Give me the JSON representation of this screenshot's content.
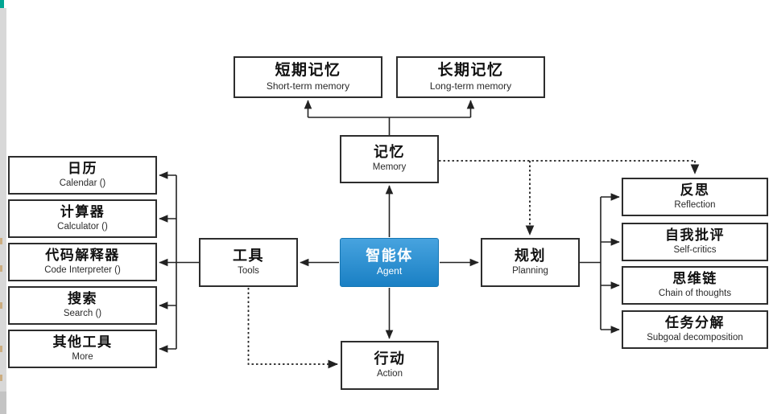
{
  "page": {
    "background": "#ffffff",
    "edge_strip_color": "#d8d8d8",
    "edge_marker_color": "#00a693"
  },
  "style": {
    "line_color": "#222222",
    "box_border_color": "#2d2d2d",
    "text_color_zh": "#111111",
    "text_color_en": "#2a2a2a"
  },
  "nodes": {
    "short_term_memory": {
      "zh": "短期记忆",
      "en": "Short-term memory"
    },
    "long_term_memory": {
      "zh": "长期记忆",
      "en": "Long-term memory"
    },
    "memory": {
      "zh": "记忆",
      "en": "Memory"
    },
    "agent": {
      "zh": "智能体",
      "en": "Agent",
      "bg_top": "#47a3df",
      "bg_bottom": "#1a80c4",
      "text_color": "#ffffff"
    },
    "tools": {
      "zh": "工具",
      "en": "Tools"
    },
    "planning": {
      "zh": "规划",
      "en": "Planning"
    },
    "action": {
      "zh": "行动",
      "en": "Action"
    }
  },
  "tool_items": [
    {
      "zh": "日历",
      "en": "Calendar ()"
    },
    {
      "zh": "计算器",
      "en": "Calculator ()"
    },
    {
      "zh": "代码解释器",
      "en": "Code Interpreter ()"
    },
    {
      "zh": "搜索",
      "en": "Search ()"
    },
    {
      "zh": "其他工具",
      "en": "More"
    }
  ],
  "planning_items": [
    {
      "zh": "反思",
      "en": "Reflection"
    },
    {
      "zh": "自我批评",
      "en": "Self-critics"
    },
    {
      "zh": "思维链",
      "en": "Chain of thoughts"
    },
    {
      "zh": "任务分解",
      "en": "Subgoal decomposition"
    }
  ]
}
